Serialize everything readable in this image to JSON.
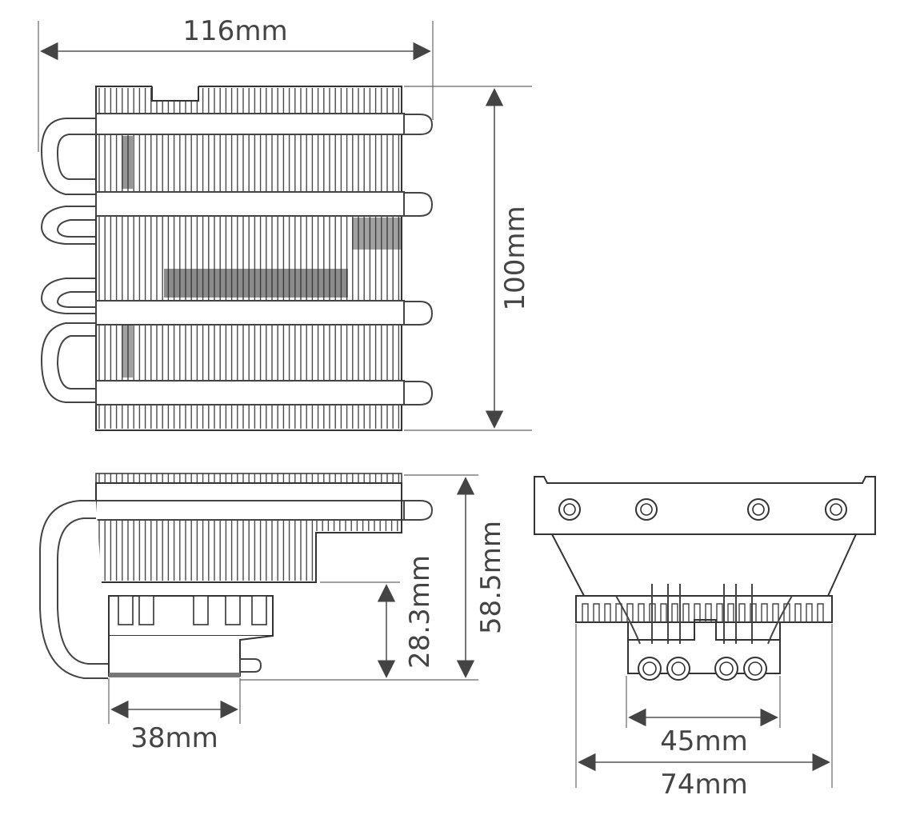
{
  "views": {
    "top_view": {
      "width_label": "116mm",
      "height_label": "100mm"
    },
    "side_view": {
      "total_height_label": "58.5mm",
      "clearance_label": "28.3mm",
      "base_width_label": "38mm"
    },
    "front_view": {
      "inner_width_label": "45mm",
      "outer_width_label": "74mm"
    }
  },
  "colors": {
    "line": "#555555",
    "arrow": "#444444",
    "fin": "#4a4a4a",
    "background": "#ffffff"
  }
}
